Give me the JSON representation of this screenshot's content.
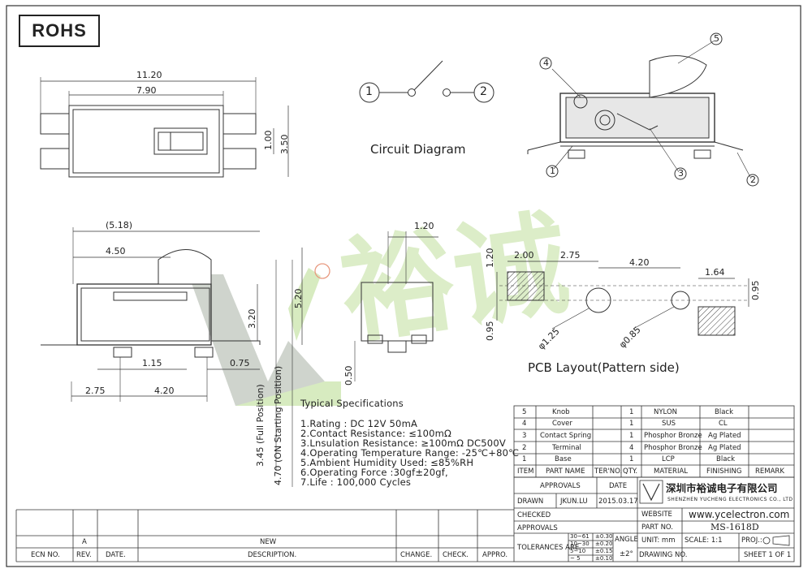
{
  "rohs": "ROHS",
  "top_view": {
    "d_overall": "11.20",
    "d_body": "7.90",
    "d_height": "3.50",
    "d_knob": "1.00"
  },
  "circuit": {
    "title": "Circuit Diagram",
    "pin1": "1",
    "pin2": "2"
  },
  "section_callouts": [
    "5",
    "4",
    "1",
    "3",
    "2"
  ],
  "side_view": {
    "d_518": "(5.18)",
    "d_450": "4.50",
    "d_320": "3.20",
    "d_520": "5.20",
    "d_115": "1.15",
    "d_075": "0.75",
    "d_275": "2.75",
    "d_420": "4.20",
    "d_345": "3.45 (Full Position)",
    "d_470": "4.70 (ON Starting Position)"
  },
  "end_view": {
    "d_120": "1.20",
    "d_050": "0.50"
  },
  "pcb": {
    "title": "PCB Layout(Pattern side)",
    "d_200": "2.00",
    "d_275": "2.75",
    "d_420": "4.20",
    "d_164": "1.64",
    "d_120": "1.20",
    "d_095a": "0.95",
    "d_095b": "0.95",
    "hole1": "φ1.25",
    "hole2": "φ0.85"
  },
  "specs": {
    "title": "Typical Specifications",
    "lines": [
      "1.Rating : DC 12V 50mA",
      "2.Contact Resistance: ≤100mΩ",
      "3.Lnsulation Resistance: ≥100mΩ DC500V",
      "4.Operating Temperature Range: -25℃+80℃",
      "5.Ambient Humidity Used: ≤85%RH",
      "6.Operating Force :30gf±20gf,",
      "7.Life : 100,000 Cycles"
    ]
  },
  "watermark": {
    "text": "裕诚",
    "registered": "®"
  },
  "bom": {
    "rows": [
      {
        "item": "5",
        "name": "Knob",
        "no": "",
        "qty": "1",
        "material": "NYLON",
        "finish": "Black"
      },
      {
        "item": "4",
        "name": "Cover",
        "no": "",
        "qty": "1",
        "material": "SUS",
        "finish": "CL"
      },
      {
        "item": "3",
        "name": "Contact Spring",
        "no": "",
        "qty": "1",
        "material": "Phosphor Bronze",
        "finish": "Ag Plated"
      },
      {
        "item": "2",
        "name": "Terminal",
        "no": "",
        "qty": "4",
        "material": "Phosphor Bronze",
        "finish": "Ag Plated"
      },
      {
        "item": "1",
        "name": "Base",
        "no": "",
        "qty": "1",
        "material": "LCP",
        "finish": "Black"
      }
    ],
    "header": {
      "item": "ITEM",
      "name": "PART NAME",
      "no": "TER'NO.",
      "qty": "QTY.",
      "material": "MATERIAL",
      "finish": "FINISHING",
      "remark": "REMARK"
    }
  },
  "title_block": {
    "approvals": "APPROVALS",
    "date": "DATE",
    "drawn": "DRAWN",
    "drawn_by": "JKUN.LU",
    "drawn_date": "2015.03.17",
    "checked": "CHECKED",
    "approvals2": "APPROVALS",
    "tolerances": "TOLERANCES ARE",
    "tol_ranges": [
      "30~61",
      "10~30",
      "5~10",
      "~ 5"
    ],
    "tol_values": [
      "±0.30",
      "±0.20",
      "±0.15",
      "±0.10"
    ],
    "angle": "ANGLE",
    "angle_val": "±2°",
    "company_cn": "深圳市裕诚电子有限公司",
    "company_en": "SHENZHEN YUCHENG ELECTRONICS CO., LTD",
    "website_label": "WEBSITE",
    "website": "www.ycelectron.com",
    "part_no_label": "PART NO.",
    "part_no": "MS-1618D",
    "unit": "UNIT: mm",
    "scale": "SCALE: 1:1",
    "proj": "PROJ.:",
    "drawing_no": "DRAWING NO.",
    "sheet": "SHEET 1 OF 1"
  },
  "revision": {
    "rev_a": "A",
    "new": "NEW",
    "headers": [
      "ECN NO.",
      "REV.",
      "DATE.",
      "DESCRIPTION.",
      "CHANGE.",
      "CHECK.",
      "APPRO."
    ]
  }
}
